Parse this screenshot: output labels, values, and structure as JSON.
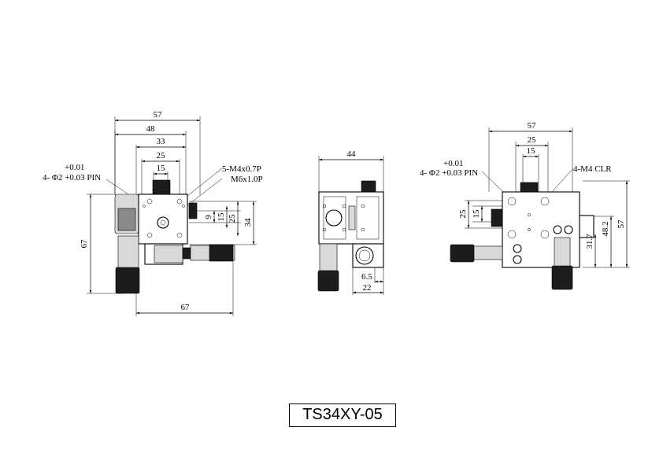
{
  "title": "TS34XY-05",
  "front_view": {
    "dims": {
      "w57": "57",
      "w48": "48",
      "w33": "33",
      "w25": "25",
      "w15": "15",
      "h67": "67",
      "w67": "67",
      "v9": "9",
      "v15": "15",
      "v25": "25",
      "v34": "34"
    },
    "pin_tol": "+0.01",
    "pin_note": "4- Φ2 +0.03 PIN",
    "thread_note_1": "5-M4x0.7P",
    "thread_note_2": "M6x1.0P"
  },
  "side_view": {
    "dims": {
      "w44": "44",
      "w6_5": "6.5",
      "w22": "22"
    }
  },
  "rear_view": {
    "dims": {
      "w57": "57",
      "w25": "25",
      "w15": "15",
      "v25": "25",
      "v15": "15",
      "v31_7": "31.7",
      "v48_2": "48.2",
      "v57": "57"
    },
    "pin_tol": "+0.01",
    "pin_note": "4- Φ2 +0.03 PIN",
    "clr_note": "4-M4 CLR"
  }
}
